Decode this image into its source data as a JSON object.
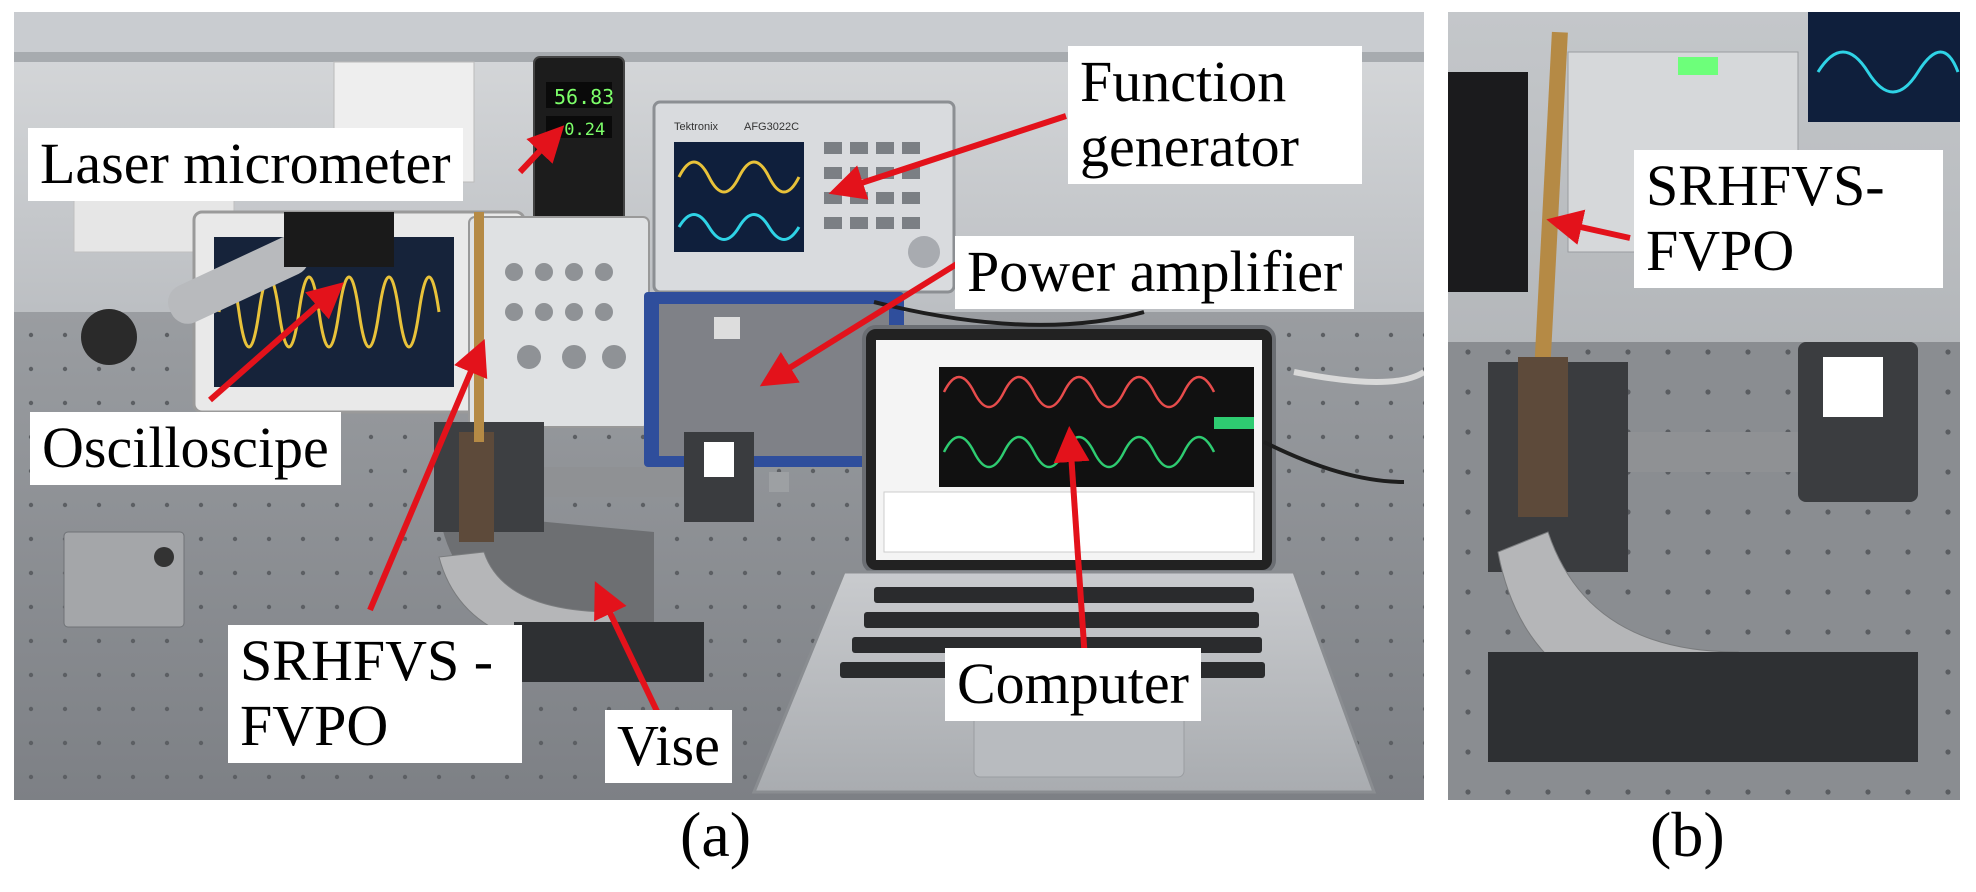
{
  "panel_a": {
    "labels": {
      "laser_micrometer": "Laser micrometer",
      "function_generator": "Function generator",
      "power_amplifier": "Power amplifier",
      "oscilloscope": "Oscilloscipe",
      "sensor": "SRHFVS -FVPO",
      "vise": "Vise",
      "computer": "Computer"
    },
    "device_text": {
      "micrometer_reading_top": "56.83",
      "micrometer_reading_bottom": "-0.24",
      "generator_brand": "Tektronix",
      "generator_model": "AFG3022C"
    },
    "caption": "(a)"
  },
  "panel_b": {
    "labels": {
      "sensor": "SRHFVS- FVPO"
    },
    "caption": "(b)"
  },
  "colors": {
    "arrow": "#e3121b",
    "label_background": "#ffffff",
    "optical_table": "#8b8e91",
    "wave_yellow": "#e8c23a",
    "wave_cyan": "#2fd3e6",
    "wave_red": "#e74c4c",
    "wave_green": "#2ecc71"
  }
}
